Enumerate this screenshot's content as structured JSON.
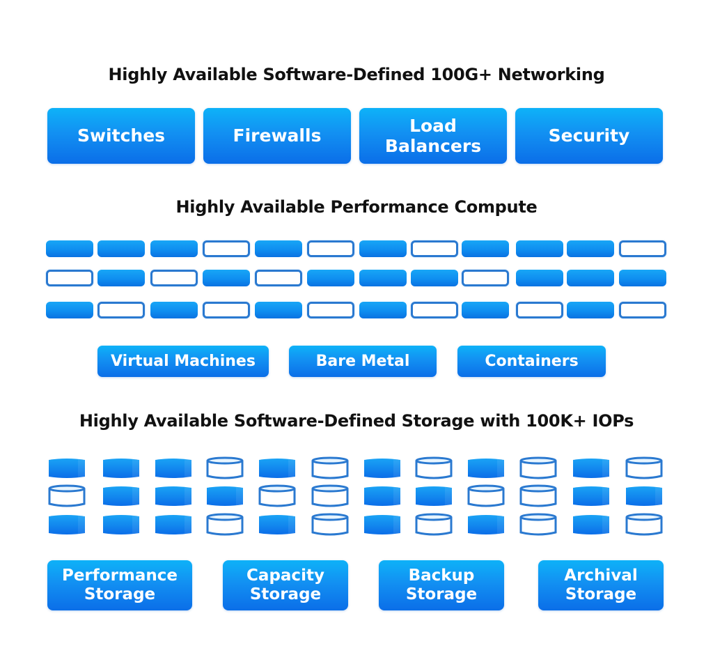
{
  "networking": {
    "heading": "Highly Available Software-Defined 100G+ Networking",
    "buttons": [
      "Switches",
      "Firewalls",
      "Load\nBalancers",
      "Security"
    ]
  },
  "compute": {
    "heading": "Highly Available Performance Compute",
    "grid": [
      [
        "filled",
        "filled",
        "filled",
        "outline",
        "filled",
        "outline",
        "filled",
        "outline",
        "filled",
        "filled",
        "filled",
        "outline"
      ],
      [
        "outline",
        "filled",
        "outline",
        "filled",
        "outline",
        "filled",
        "filled",
        "filled",
        "outline",
        "filled",
        "filled",
        "filled"
      ],
      [
        "filled",
        "outline",
        "filled",
        "outline",
        "filled",
        "outline",
        "filled",
        "outline",
        "filled",
        "outline",
        "filled",
        "outline"
      ]
    ],
    "buttons": [
      "Virtual Machines",
      "Bare Metal",
      "Containers"
    ]
  },
  "storage": {
    "heading": "Highly Available Software-Defined Storage with 100K+ IOPs",
    "grid": [
      [
        "filled",
        "filled",
        "filled",
        "outline",
        "filled",
        "outline",
        "filled",
        "outline",
        "filled",
        "outline",
        "filled",
        "outline"
      ],
      [
        "outline",
        "filled",
        "filled",
        "filled",
        "outline",
        "outline",
        "filled",
        "filled",
        "outline",
        "outline",
        "filled",
        "filled"
      ],
      [
        "filled",
        "filled",
        "filled",
        "outline",
        "filled",
        "outline",
        "filled",
        "outline",
        "filled",
        "outline",
        "filled",
        "outline"
      ]
    ],
    "buttons": [
      "Performance\nStorage",
      "Capacity\nStorage",
      "Backup\nStorage",
      "Archival\nStorage"
    ]
  },
  "icons": {
    "server": "server-rack-icon",
    "drum": "storage-drum-icon"
  },
  "colors": {
    "accent_top": "#0eb2f8",
    "accent_bottom": "#0b6ee8",
    "outline": "#2a79d0",
    "heading_text": "#111111"
  }
}
